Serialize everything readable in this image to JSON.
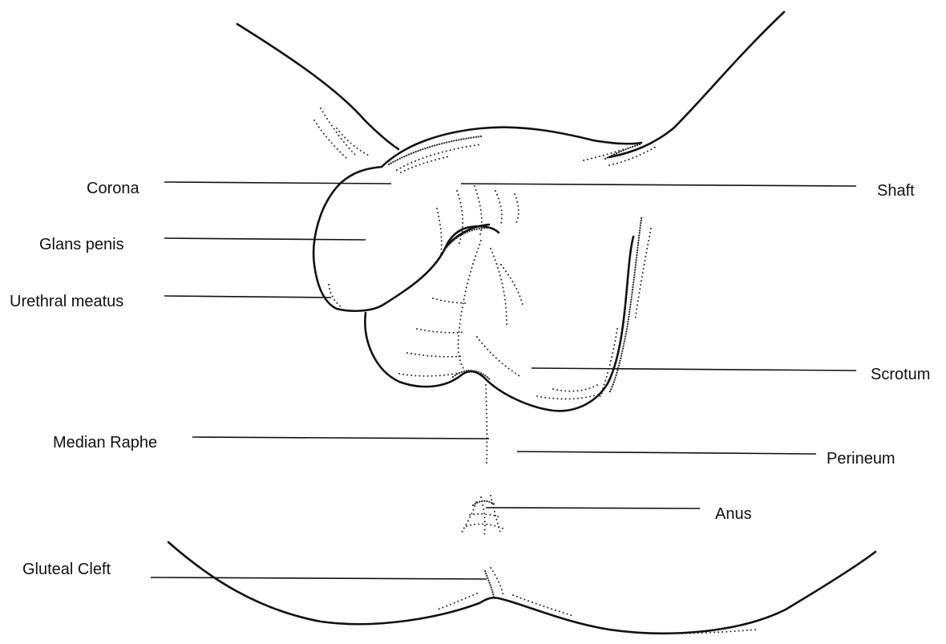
{
  "labels": {
    "corona": "Corona",
    "glans_penis": "Glans penis",
    "urethral_meatus": "Urethral meatus",
    "median_raphe": "Median Raphe",
    "gluteal_cleft": "Gluteal Cleft",
    "shaft": "Shaft",
    "scrotum": "Scrotum",
    "perineum": "Perineum",
    "anus": "Anus"
  }
}
